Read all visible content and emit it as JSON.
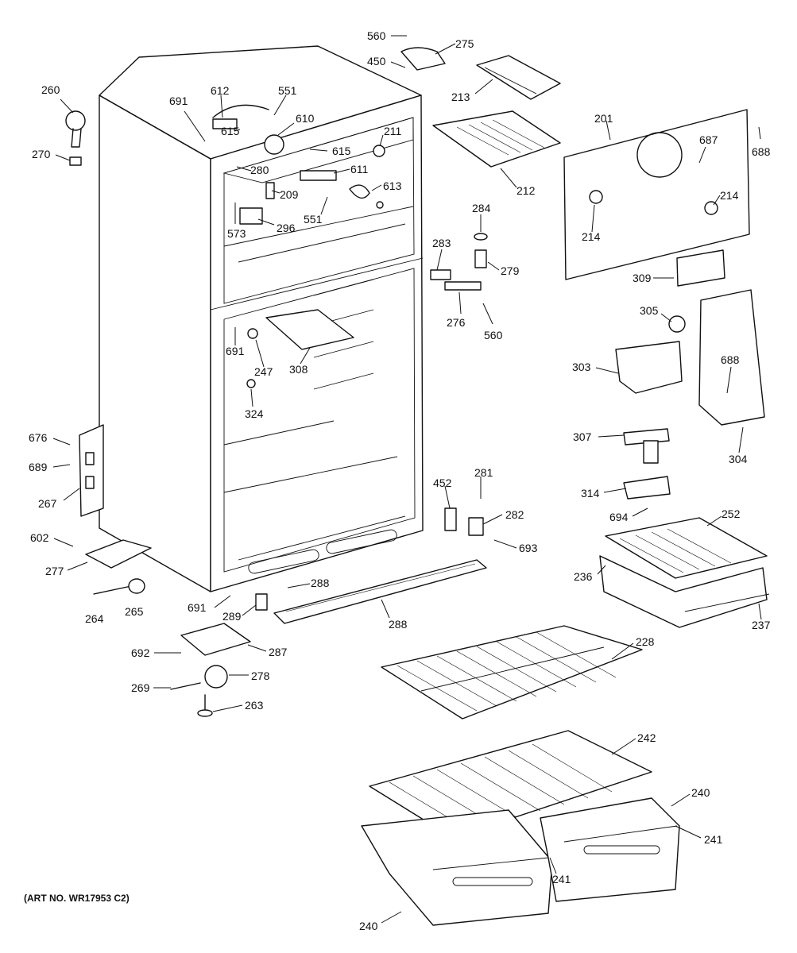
{
  "caption": "(ART NO. WR17953 C2)",
  "callouts": [
    "560",
    "275",
    "450",
    "213",
    "260",
    "270",
    "691",
    "612",
    "551",
    "610",
    "211",
    "615",
    "615",
    "280",
    "611",
    "209",
    "613",
    "573",
    "296",
    "551",
    "212",
    "201",
    "687",
    "688",
    "214",
    "214",
    "284",
    "283",
    "279",
    "276",
    "560",
    "309",
    "305",
    "303",
    "688",
    "307",
    "304",
    "314",
    "694",
    "252",
    "236",
    "237",
    "691",
    "247",
    "308",
    "324",
    "676",
    "689",
    "267",
    "452",
    "281",
    "282",
    "693",
    "602",
    "277",
    "264",
    "265",
    "691",
    "288",
    "289",
    "288",
    "692",
    "287",
    "269",
    "278",
    "263",
    "228",
    "242",
    "240",
    "241",
    "241",
    "240"
  ]
}
